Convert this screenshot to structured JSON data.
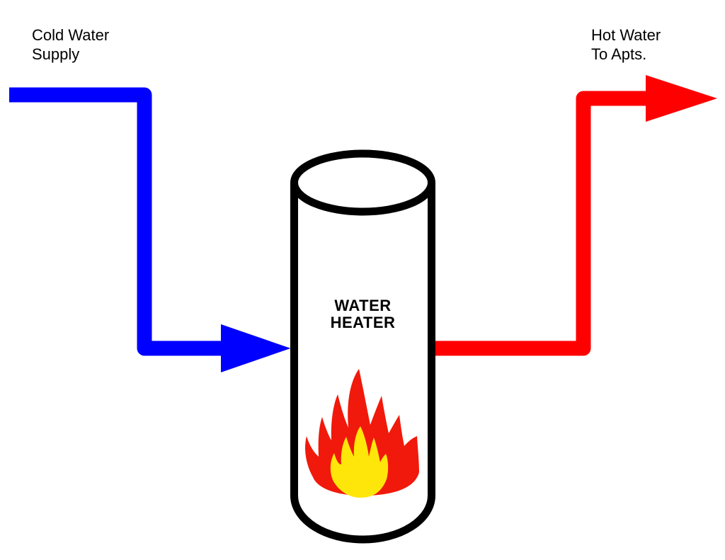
{
  "diagram": {
    "labels": {
      "cold_supply": "Cold Water\nSupply",
      "hot_output": "Hot Water\nTo Apts.",
      "tank": "WATER\nHEATER"
    },
    "colors": {
      "cold_pipe": "#0000ff",
      "hot_pipe": "#ff0000",
      "flame_red": "#f1190b",
      "flame_yellow": "#ffe60a",
      "outline": "#000000",
      "background": "#ffffff"
    }
  }
}
